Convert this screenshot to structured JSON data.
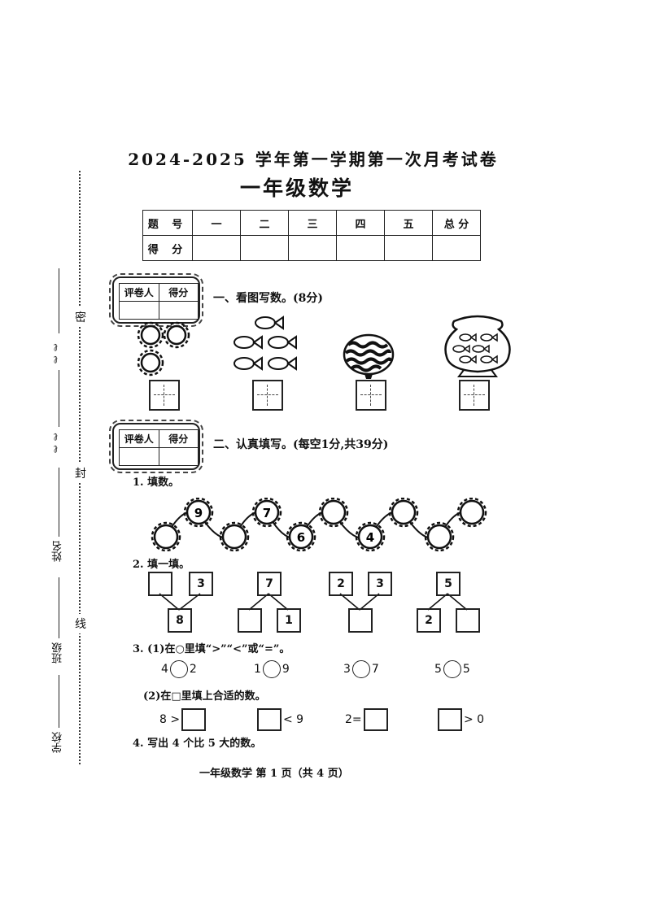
{
  "header": {
    "title": "2024-2025 学年第一学期第一次月考试卷",
    "subtitle": "一年级数学"
  },
  "score_table": {
    "row1": [
      "题 号",
      "一",
      "二",
      "三",
      "四",
      "五",
      "总 分"
    ],
    "row2_label": "得 分"
  },
  "grader_box": {
    "col1": "评卷人",
    "col2": "得分"
  },
  "side": {
    "seal_chars": [
      "密",
      "封",
      "线"
    ],
    "labels": [
      "姓名",
      "班级",
      "学校"
    ],
    "marks": [
      "ℓℓ",
      "ℓℓ"
    ]
  },
  "section1": {
    "heading": "一、看图写数。(8分)",
    "items": [
      "flowers-3",
      "fish-5",
      "watermelon-1",
      "fishbowl-6"
    ]
  },
  "section2": {
    "heading": "二、认真填写。(每空1分,共39分)",
    "q1": {
      "label": "1. 填数。",
      "beads": [
        "",
        "9",
        "",
        "7",
        "6",
        "",
        "4",
        "",
        "",
        ""
      ]
    },
    "q2": {
      "label": "2. 填一填。",
      "splits": [
        {
          "left": "",
          "right": "3",
          "bottom": "8"
        },
        {
          "top": "7",
          "left": "",
          "right": "1"
        },
        {
          "left": "2",
          "right": "3",
          "bottom": ""
        },
        {
          "top": "5",
          "left": "2",
          "right": ""
        }
      ]
    },
    "q3": {
      "label": "3. (1)在○里填“>”“<”或“=”。",
      "compare": [
        {
          "a": "4",
          "b": "2"
        },
        {
          "a": "1",
          "b": "9"
        },
        {
          "a": "3",
          "b": "7"
        },
        {
          "a": "5",
          "b": "5"
        }
      ],
      "label2": "(2)在□里填上合适的数。",
      "fill": [
        {
          "before": "8 >",
          "after": ""
        },
        {
          "before": "",
          "after": "< 9"
        },
        {
          "before": "2=",
          "after": ""
        },
        {
          "before": "",
          "after": "> 0"
        }
      ]
    },
    "q4": {
      "label": "4. 写出 4 个比 5 大的数。"
    }
  },
  "footer": {
    "text": "一年级数学   第 1 页（共 4 页）"
  }
}
